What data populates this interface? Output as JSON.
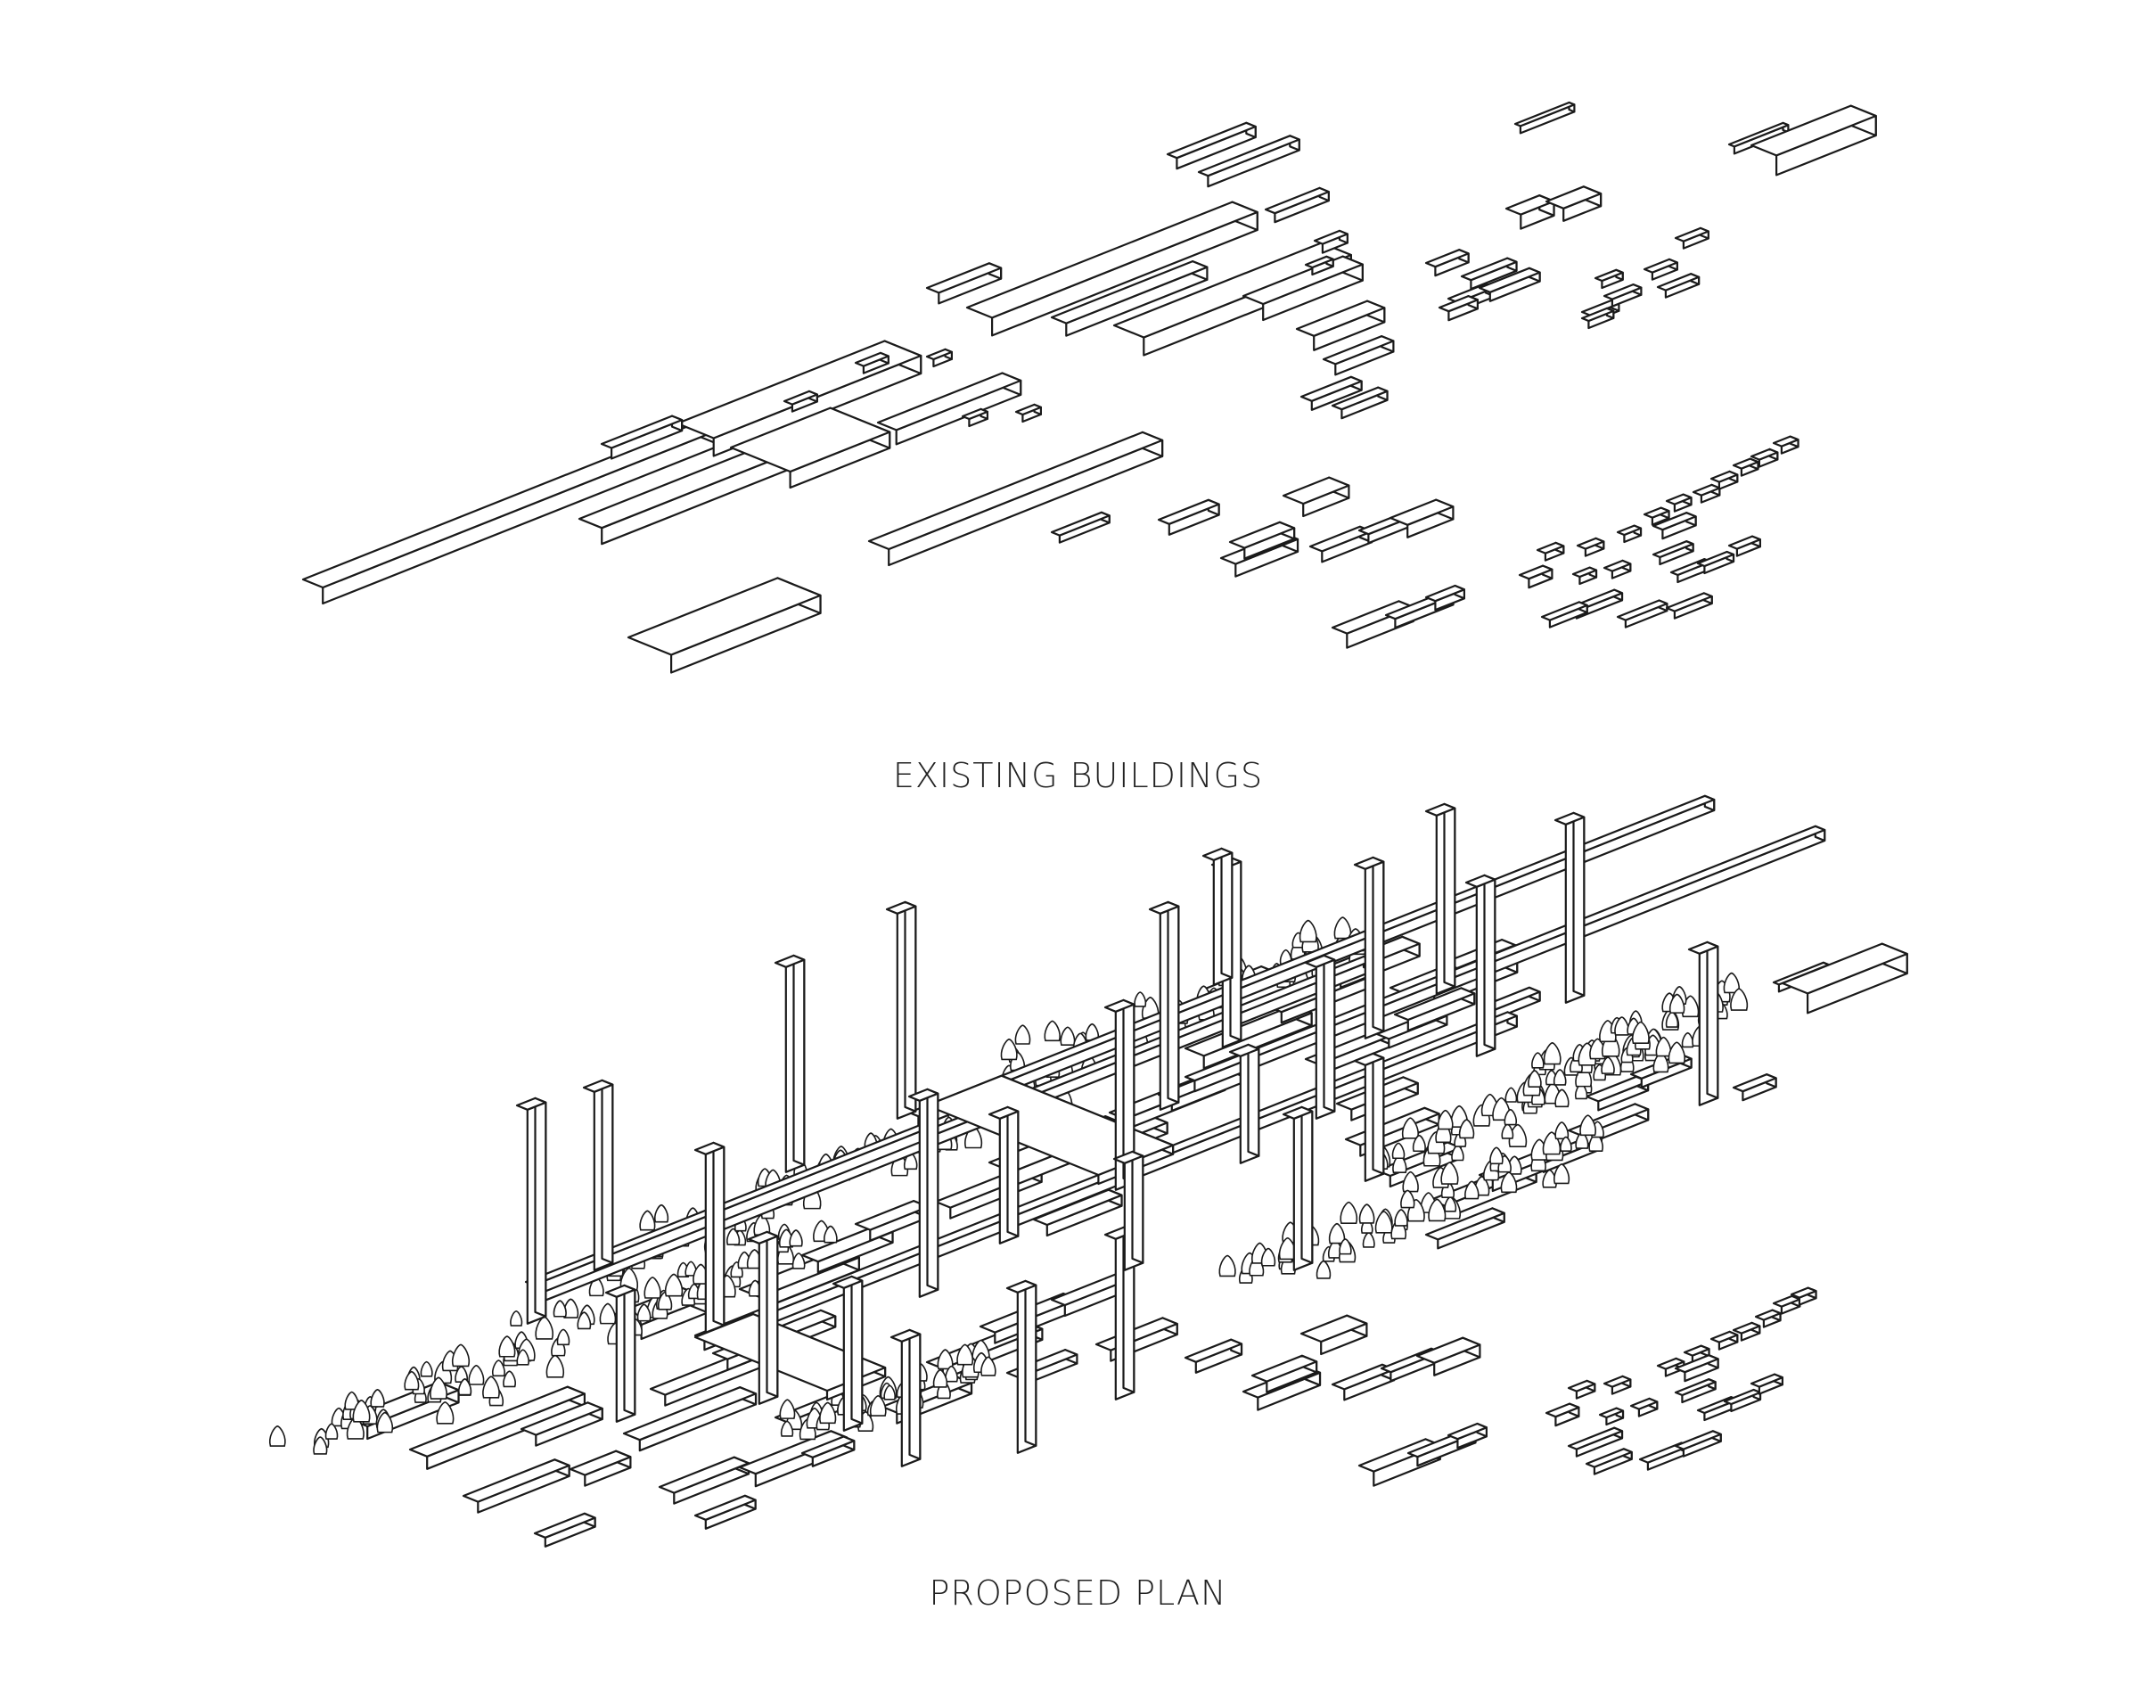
{
  "figure": {
    "panels": [
      {
        "id": "existing",
        "caption": "EXISTING BUILDINGS"
      },
      {
        "id": "proposed",
        "caption": "PROPOSED PLAN"
      }
    ],
    "colors": {
      "line": "#1a1a1a",
      "fill": "#ffffff"
    }
  }
}
